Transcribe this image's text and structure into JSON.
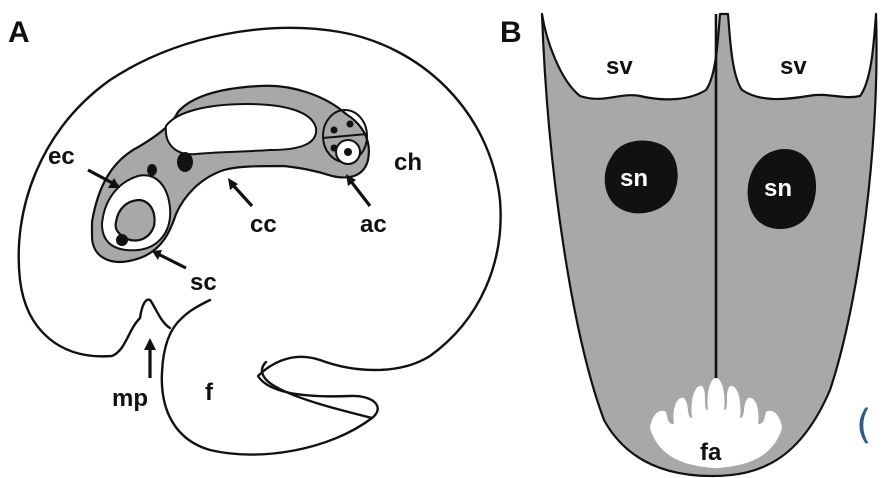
{
  "figure": {
    "panel_a": {
      "letter": "A",
      "labels": {
        "ec": "ec",
        "cc": "cc",
        "ac": "ac",
        "ch": "ch",
        "sc": "sc",
        "mp": "mp",
        "f": "f"
      }
    },
    "panel_b": {
      "letter": "B",
      "labels": {
        "sv_left": "sv",
        "sv_right": "sv",
        "sn_left": "sn",
        "sn_right": "sn",
        "fa": "fa"
      }
    },
    "edge_glyph": "(",
    "colors": {
      "tissue_gray": "#a8a8a8",
      "outline": "#111111",
      "edge_glyph": "#2b5c8a"
    }
  }
}
